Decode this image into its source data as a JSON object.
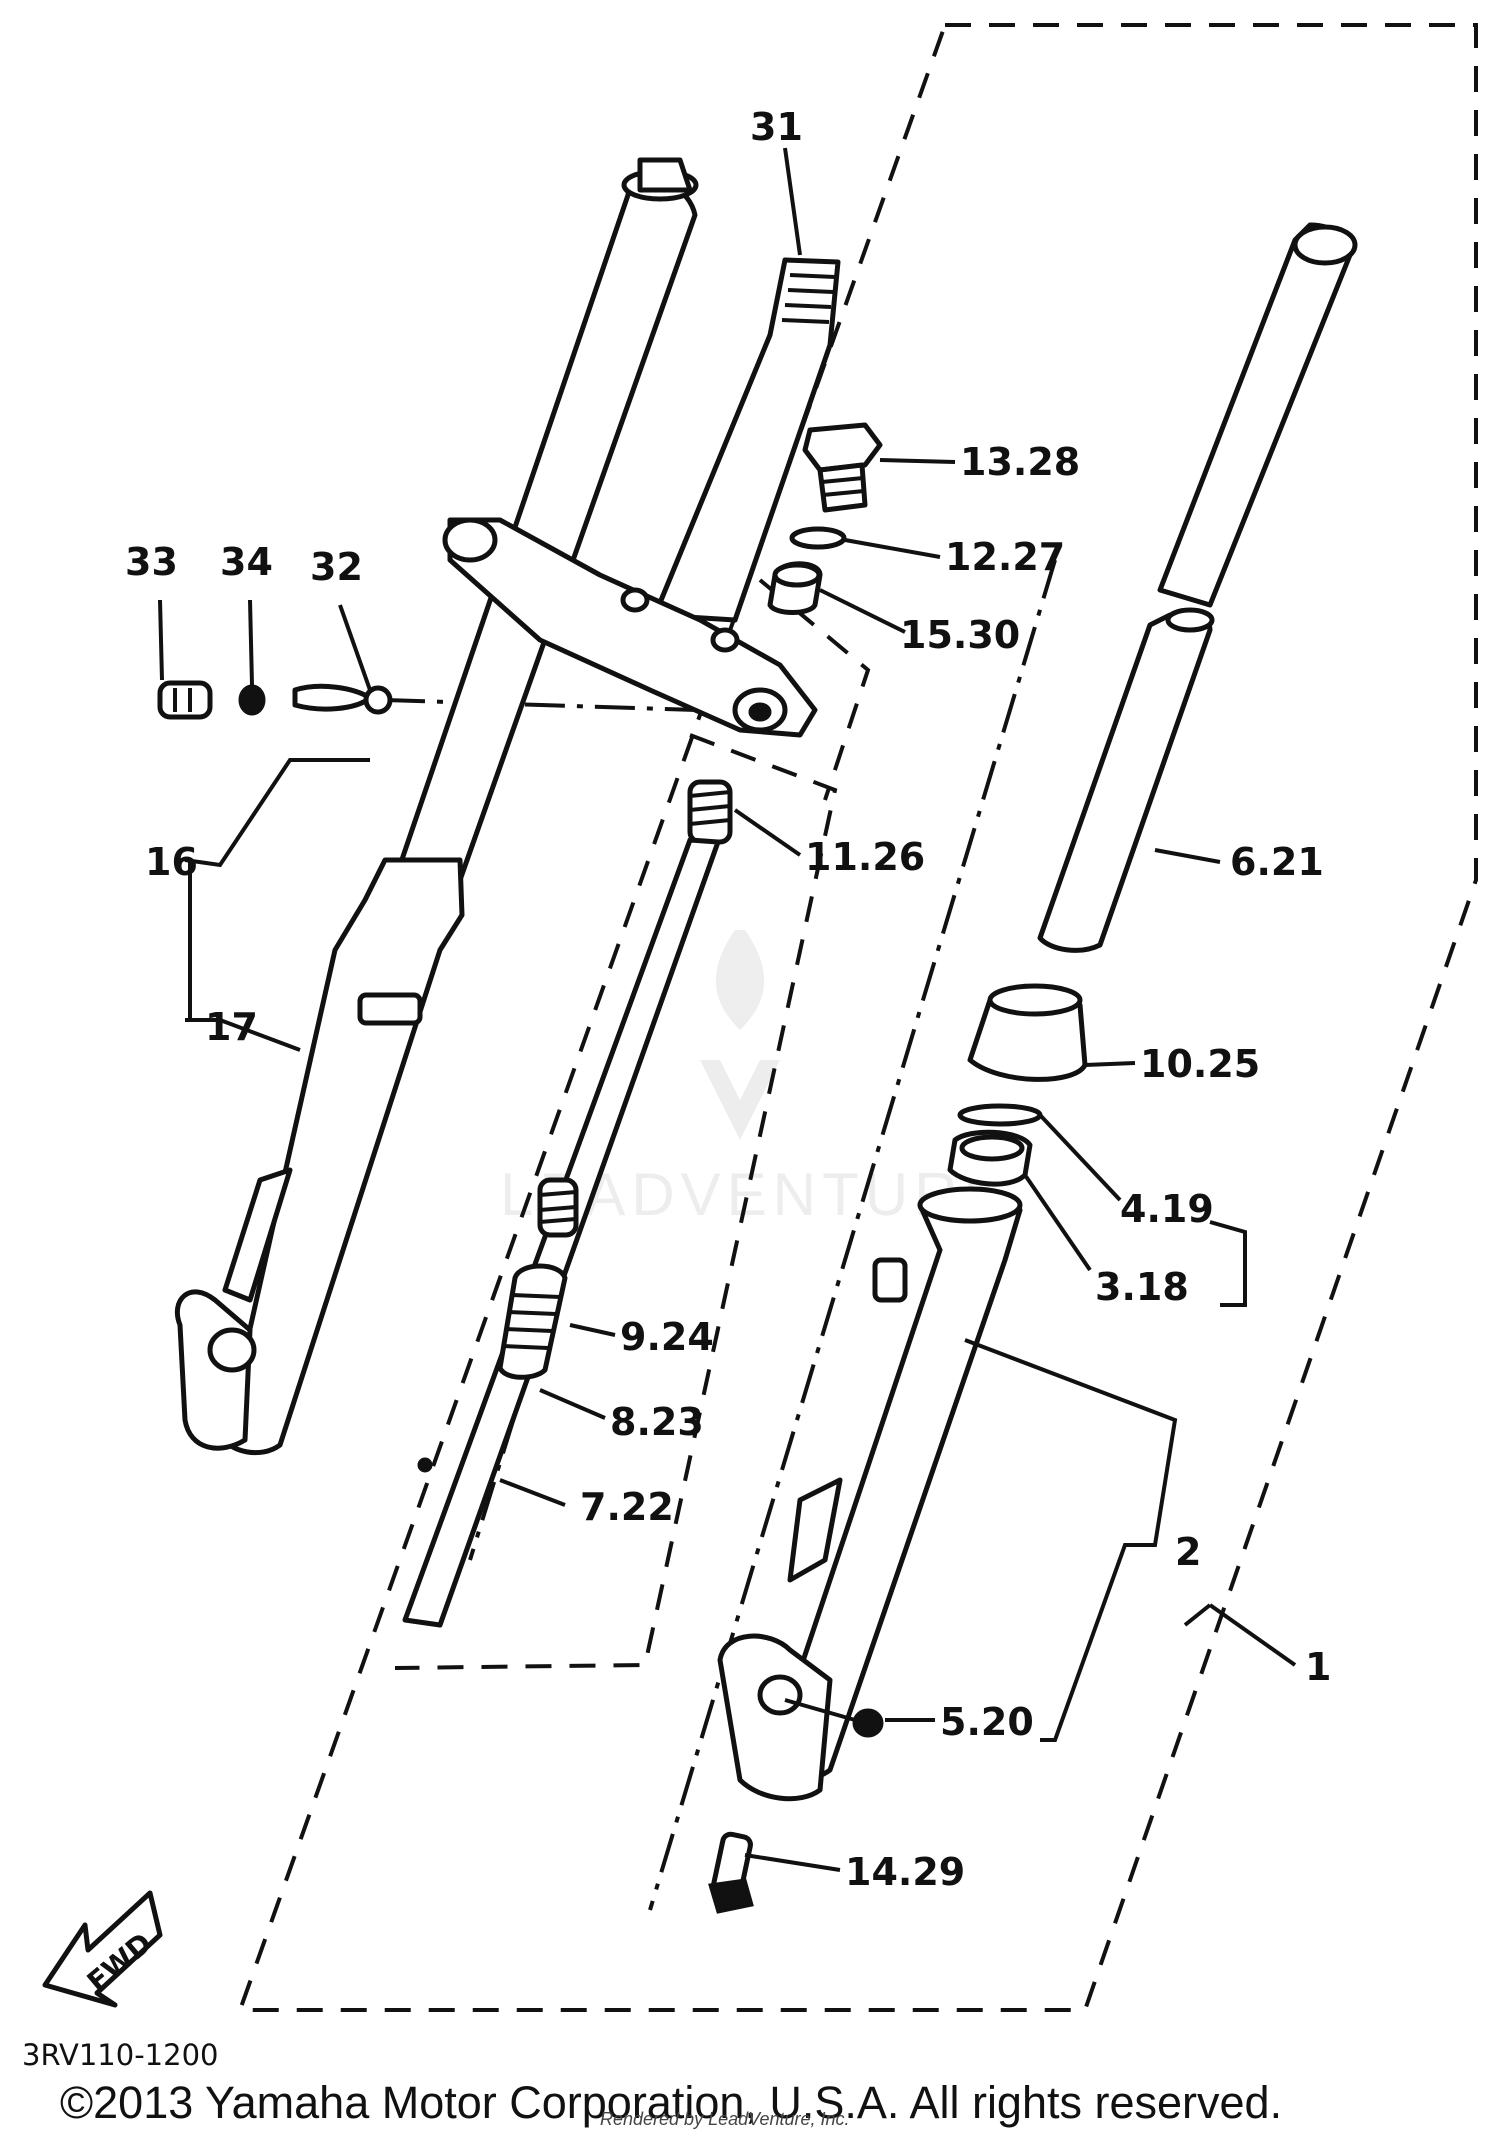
{
  "callouts": {
    "c31": "31",
    "c13_28": "13.28",
    "c12_27": "12.27",
    "c15_30": "15.30",
    "c33": "33",
    "c34": "34",
    "c32": "32",
    "c11_26": "11.26",
    "c6_21": "6.21",
    "c16": "16",
    "c17": "17",
    "c10_25": "10.25",
    "c4_19": "4.19",
    "c3_18": "3.18",
    "c9_24": "9.24",
    "c8_23": "8.23",
    "c7_22": "7.22",
    "c2": "2",
    "c1": "1",
    "c5_20": "5.20",
    "c14_29": "14.29"
  },
  "fwd_label": "FWD",
  "watermark": "LEADVENTURE",
  "diagram_code": "3RV110-1200",
  "copyright": "©2013 Yamaha Motor Corporation, U.S.A. All rights reserved.",
  "rendered_by": "Rendered by LeadVenture, Inc."
}
